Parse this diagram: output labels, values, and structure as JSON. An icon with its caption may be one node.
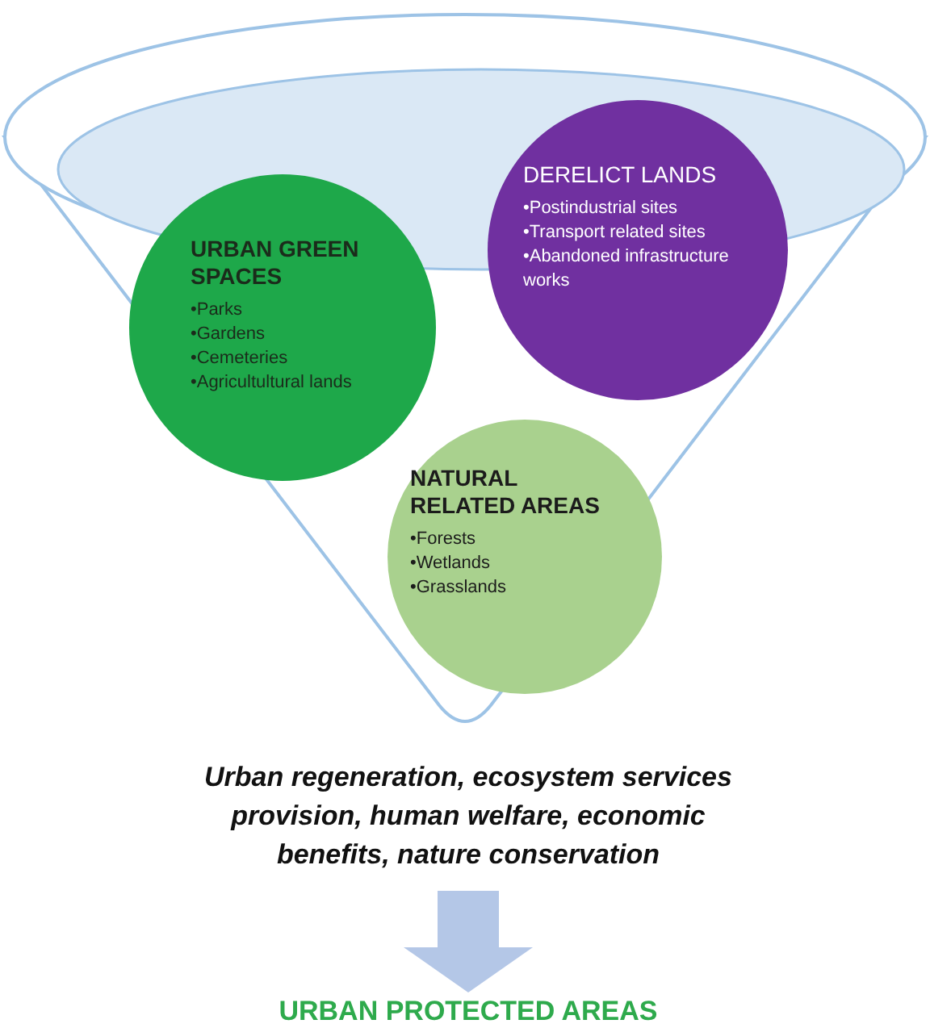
{
  "diagram": {
    "nodes": [
      {
        "text": [],
        "shape": "funnel"
      },
      {
        "text": [
          "URBAN GREEN SPACES",
          "•Parks",
          "•Gardens",
          "•Cemeteries",
          "•Agricultultural lands"
        ],
        "in": 0
      },
      {
        "text": [
          "DERELICT LANDS",
          "•Postindustrial sites",
          "•Transport related sites",
          "•Abandoned infrastructure works"
        ],
        "in": 0
      },
      {
        "text": [
          "NATURAL RELATED AREAS",
          "•Forests",
          "•Wetlands",
          "•Grasslands"
        ],
        "in": 0
      },
      {
        "text": [
          "Urban regeneration, ecosystem services provision, human welfare, economic benefits, nature conservation"
        ]
      },
      {
        "text": [
          "URBAN PROTECTED AREAS"
        ]
      }
    ],
    "edges": [
      {
        "from": 4,
        "to": 5,
        "arrow": "to"
      }
    ]
  }
}
